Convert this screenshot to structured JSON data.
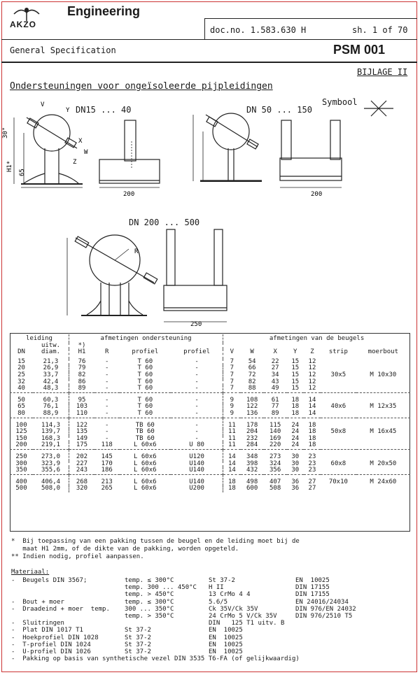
{
  "header": {
    "logo_text": "AKZO",
    "company": "Engineering",
    "doc_no": "doc.no.  1.583.630  H",
    "sheet": "sh. 1 of 70",
    "spec": "General Specification",
    "code": "PSM 001",
    "bijlage": "BIJLAGE II"
  },
  "title": "Ondersteuningen voor ongeïsoleerde pijpleidingen",
  "symbool": "Symbool",
  "drawings": {
    "dn1": "DN15 ... 40",
    "dn2": "DN 50 ... 150",
    "dn3": "DN 200 ... 500",
    "dim200a": "200",
    "dim200b": "200",
    "dim250": "250",
    "angle": "30°",
    "h1": "H1*",
    "h65": "65",
    "labels_v": "V",
    "labels_y": "Y",
    "labels_x": "X",
    "labels_w": "W",
    "labels_z": "Z",
    "labels_r": "R"
  },
  "table": {
    "group_leiding": "leiding",
    "group_afm_ondersteuning": "afmetingen ondersteuning",
    "group_afm_beugels": "afmetingen van de beugels",
    "col_uitw": "uitw.",
    "col_star": "*)",
    "cols": [
      "DN",
      "diam.",
      "H1",
      "R",
      "profiel",
      "profiel",
      "V",
      "W",
      "X",
      "Y",
      "Z",
      "strip",
      "moerbout"
    ],
    "groups": [
      {
        "strip": "30x5",
        "moerbout": "M 10x30",
        "rows": [
          [
            "15",
            "21,3",
            "76",
            "-",
            "T 60",
            "-",
            "7",
            "54",
            "22",
            "15",
            "12"
          ],
          [
            "20",
            "26,9",
            "79",
            "-",
            "T 60",
            "-",
            "7",
            "66",
            "27",
            "15",
            "12"
          ],
          [
            "25",
            "33,7",
            "82",
            "-",
            "T 60",
            "-",
            "7",
            "72",
            "34",
            "15",
            "12"
          ],
          [
            "32",
            "42,4",
            "86",
            "-",
            "T 60",
            "-",
            "7",
            "82",
            "43",
            "15",
            "12"
          ],
          [
            "40",
            "48,3",
            "89",
            "-",
            "T 60",
            "-",
            "7",
            "88",
            "49",
            "15",
            "12"
          ]
        ]
      },
      {
        "strip": "40x6",
        "moerbout": "M 12x35",
        "rows": [
          [
            "50",
            "60,3",
            "95",
            "-",
            "T 60",
            "-",
            "9",
            "108",
            "61",
            "18",
            "14"
          ],
          [
            "65",
            "76,1",
            "103",
            "-",
            "T 60",
            "-",
            "9",
            "122",
            "77",
            "18",
            "14"
          ],
          [
            "80",
            "88,9",
            "110",
            "-",
            "T 60",
            "-",
            "9",
            "136",
            "89",
            "18",
            "14"
          ]
        ]
      },
      {
        "strip": "50x8",
        "moerbout": "M 16x45",
        "rows": [
          [
            "100",
            "114,3",
            "122",
            "-",
            "TB 60",
            "-",
            "11",
            "178",
            "115",
            "24",
            "18"
          ],
          [
            "125",
            "139,7",
            "135",
            "-",
            "TB 60",
            "-",
            "11",
            "204",
            "140",
            "24",
            "18"
          ],
          [
            "150",
            "168,3",
            "149",
            "-",
            "TB 60",
            "-",
            "11",
            "232",
            "169",
            "24",
            "18"
          ],
          [
            "200",
            "219,1",
            "175",
            "118",
            "L 60x6",
            "U 80",
            "11",
            "284",
            "220",
            "24",
            "18"
          ]
        ]
      },
      {
        "strip": "60x8",
        "moerbout": "M 20x50",
        "rows": [
          [
            "250",
            "273,0",
            "202",
            "145",
            "L 60x6",
            "U120",
            "14",
            "348",
            "273",
            "30",
            "23"
          ],
          [
            "300",
            "323,9",
            "227",
            "170",
            "L 60x6",
            "U140",
            "14",
            "398",
            "324",
            "30",
            "23"
          ],
          [
            "350",
            "355,6",
            "243",
            "186",
            "L 60x6",
            "U140",
            "14",
            "432",
            "356",
            "30",
            "23"
          ]
        ]
      },
      {
        "strip": "70x10",
        "moerbout": "M 24x60",
        "rows": [
          [
            "400",
            "406,4",
            "268",
            "213",
            "L 60x6",
            "U140",
            "18",
            "498",
            "407",
            "36",
            "27"
          ],
          [
            "500",
            "508,0",
            "320",
            "265",
            "L 60x6",
            "U200",
            "18",
            "600",
            "508",
            "36",
            "27"
          ]
        ]
      }
    ]
  },
  "notes": [
    "*  Bij toepassing van een pakking tussen de beugel en de leiding moet bij de",
    "   maat H1 2mm, of de dikte van de pakking, worden opgeteld.",
    "** Indien nodig, profiel aanpassen."
  ],
  "materiaal": {
    "heading": "Materiaal:",
    "rows": [
      {
        "a": "-  Beugels DIN 3567;",
        "b": "temp. ≤ 300°C",
        "c": "St 37-2",
        "d": "EN  10025"
      },
      {
        "a": "",
        "b": "temp. 300 ... 450°C",
        "c": "H II",
        "d": "DIN 17155"
      },
      {
        "a": "",
        "b": "temp. > 450°C",
        "c": "13 CrMo 4 4",
        "d": "DIN 17155"
      },
      {
        "a": "-  Bout + moer",
        "b": "temp. ≤ 300°C",
        "c": "5.6/5",
        "d": "EN 24016/24034"
      },
      {
        "a": "-  Draadeind + moer  temp.",
        "b": "300 ... 350°C",
        "c": "Ck 35V/Ck 35V",
        "d": "DIN 976/EN 24032"
      },
      {
        "a": "",
        "b": "temp. > 350°C",
        "c": "24 CrMo 5 V/Ck 35V",
        "d": "DIN 976/2510 T5"
      },
      {
        "a": "-  Sluitringen",
        "b": "",
        "c": "DIN   125 T1 uitv. B",
        "d": ""
      },
      {
        "a": "-  Plat DIN 1017 T1",
        "b": "St 37-2",
        "c": "EN  10025",
        "d": ""
      },
      {
        "a": "-  Hoekprofiel DIN 1028",
        "b": "St 37-2",
        "c": "EN  10025",
        "d": ""
      },
      {
        "a": "-  T-profiel DIN 1024",
        "b": "St 37-2",
        "c": "EN  10025",
        "d": ""
      },
      {
        "a": "-  U-profiel DIN 1026",
        "b": "St 37-2",
        "c": "EN  10025",
        "d": ""
      }
    ],
    "last": "-  Pakking op basis van synthetische vezel DIN 3535 T6-FA (of gelijkwaardig)"
  }
}
